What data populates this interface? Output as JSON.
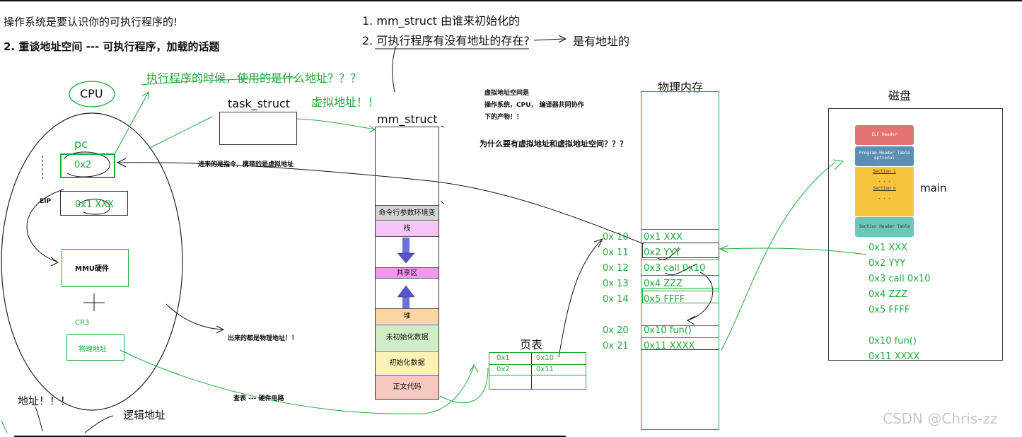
{
  "colors": {
    "ink_green": "#22a83a",
    "ink_black": "#111111",
    "stroke_gray": "#333333"
  },
  "header": {
    "line1": "操作系统是要认识你的可执行程序的!",
    "line2": "2. 重谈地址空间 --- 可执行程序，加载的话题"
  },
  "questions": {
    "q1": "1. mm_struct 由谁来初始化的",
    "q2": "2. 可执行程序有没有地址的存在?",
    "q2_answer": "是有地址的"
  },
  "notes": {
    "what_address": "执行程序的时候，使用的是什么地址？？？",
    "virtual_addr": "虚拟地址！！",
    "va_space_1": "虚拟地址空间是",
    "va_space_2": "操作系统，CPU， 编译器共同协作",
    "va_space_3": "下的产物！！",
    "why_virtual": "为什么要有虚拟地址和虚拟地址空间？？？",
    "in_instruction": "进来的是指令，携带的是虚拟地址",
    "out_physical": "出来的都是物理地址！！",
    "lookup": "查表 --- 硬件电路",
    "address": "地址！！！",
    "logical_address": "逻辑地址",
    "watermark": "CSDN @Chris-zz"
  },
  "cpu": {
    "label": "CPU",
    "pc_label": "pc",
    "pc_value": "0x2",
    "eip_label": "EIP",
    "eip_value": "0x1 XXX",
    "mmu_label": "MMU硬件",
    "plus": "+",
    "cr3_label": "CR3",
    "phys_label": "物理地址"
  },
  "task_struct": {
    "label": "task_struct"
  },
  "mm_struct": {
    "label": "mm_struct",
    "segments": {
      "cmdline": "命令行参数环境变量",
      "stack": "栈",
      "shared": "共享区",
      "heap": "堆",
      "bss": "未初始化数据",
      "data": "初始化数据",
      "text": "正文代码"
    }
  },
  "page_table": {
    "label": "页表",
    "rows": [
      {
        "virt": "0x1",
        "phys": "0x10"
      },
      {
        "virt": "0x2",
        "phys": "0x11"
      },
      {
        "virt": "",
        "phys": ""
      }
    ]
  },
  "physical_memory": {
    "label": "物理内存",
    "rows": [
      {
        "addr": "0x 10",
        "content": "0x1 XXX"
      },
      {
        "addr": "0x 11",
        "content": "0x2 YYY"
      },
      {
        "addr": "0x 12",
        "content": "0x3  call 0x10"
      },
      {
        "addr": "0x 13",
        "content": "0x4  ZZZ"
      },
      {
        "addr": "0x 14",
        "content": "0x5  FFFF"
      },
      {
        "addr": "0x 20",
        "content": "0x10 fun()"
      },
      {
        "addr": "0x 21",
        "content": "0x11  XXXX"
      }
    ]
  },
  "disk": {
    "label": "磁盘",
    "elf_header": "ELF Header",
    "program_header_1": "Program Header Table",
    "program_header_2": "optional",
    "section_1": "Section 1",
    "dots": ". . .",
    "section_n": "Section n",
    "section_header": "Section Header Table",
    "main_label": "main",
    "code_lines": [
      "0x1 XXX",
      "0x2 YYY",
      "0x3  call 0x10",
      "0x4  ZZZ",
      "0x5  FFFF",
      "0x10 fun()",
      "0x11  XXXX"
    ]
  }
}
